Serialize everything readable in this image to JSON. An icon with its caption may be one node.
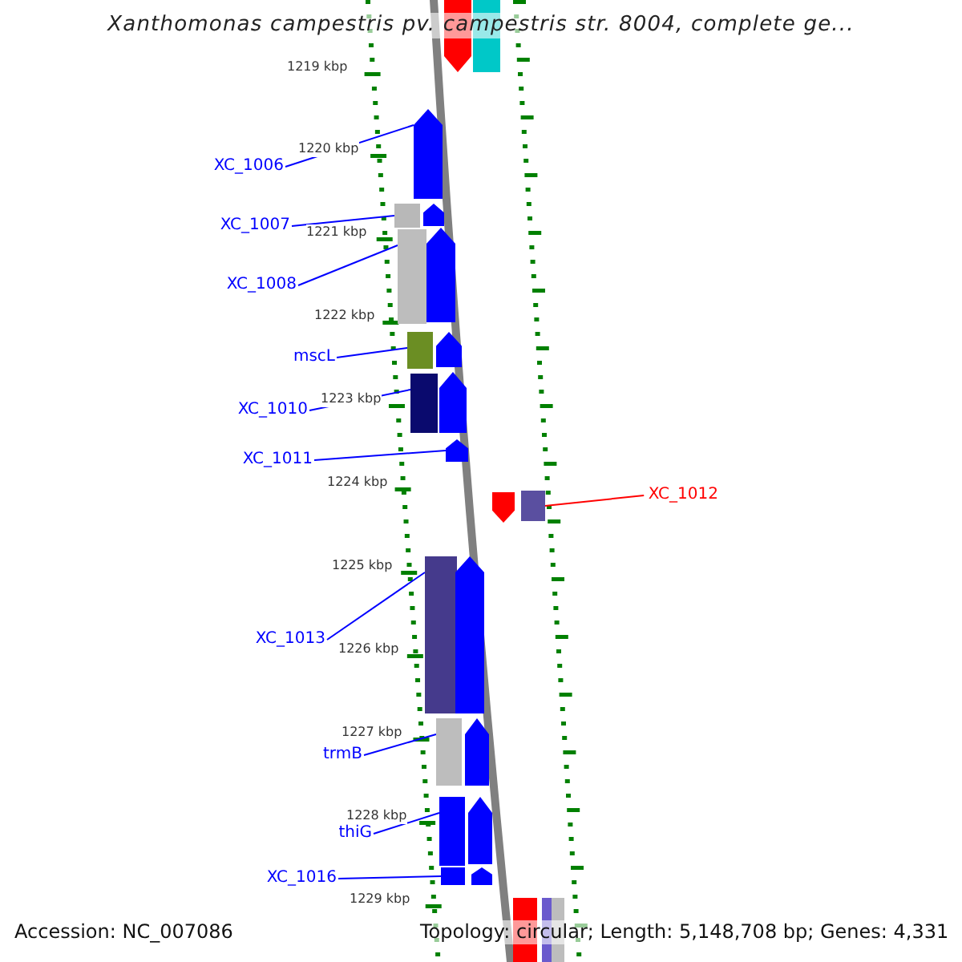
{
  "diagram": {
    "title": "Xanthomonas campestris pv. campestris str. 8004, complete ge...",
    "nodes": [
      {
        "text": [
          "XC_1006"
        ]
      },
      {
        "text": [],
        "shape": "arrow"
      },
      {
        "text": [
          "XC_1007"
        ]
      },
      {
        "text": [],
        "shape": "bar"
      },
      {
        "text": [
          "XC_1008"
        ]
      },
      {
        "text": [],
        "shape": "bar"
      },
      {
        "text": [
          "mscL"
        ]
      },
      {
        "text": [],
        "shape": "bar"
      },
      {
        "text": [
          "XC_1010"
        ]
      },
      {
        "text": [],
        "shape": "bar"
      },
      {
        "text": [
          "XC_1011"
        ]
      },
      {
        "text": [],
        "shape": "arrow"
      },
      {
        "text": [
          "XC_1012"
        ]
      },
      {
        "text": [],
        "shape": "bar"
      },
      {
        "text": [
          "XC_1013"
        ]
      },
      {
        "text": [],
        "shape": "bar"
      },
      {
        "text": [
          "trmB"
        ]
      },
      {
        "text": [],
        "shape": "bar"
      },
      {
        "text": [
          "thiG"
        ]
      },
      {
        "text": [],
        "shape": "bar"
      },
      {
        "text": [
          "XC_1016"
        ]
      },
      {
        "text": [],
        "shape": "bar"
      },
      {
        "text": [],
        "shape": "arrow"
      },
      {
        "text": [],
        "shape": "bar"
      },
      {
        "text": [],
        "shape": "arrow"
      },
      {
        "text": [],
        "shape": "arrow"
      },
      {
        "text": [],
        "shape": "arrow"
      },
      {
        "text": [],
        "shape": "arrow"
      },
      {
        "text": [],
        "shape": "arrow"
      },
      {
        "text": [],
        "shape": "arrow"
      },
      {
        "text": [],
        "shape": "arrow"
      },
      {
        "text": [],
        "shape": "arrow"
      },
      {
        "text": [],
        "shape": "arrow"
      },
      {
        "text": [],
        "shape": "bar"
      },
      {
        "text": [],
        "shape": "bar"
      },
      {
        "text": [],
        "shape": "bar"
      }
    ],
    "edges": [
      {
        "from": 0,
        "to": 1,
        "arrow": "none"
      },
      {
        "from": 2,
        "to": 3,
        "arrow": "none"
      },
      {
        "from": 4,
        "to": 5,
        "arrow": "none"
      },
      {
        "from": 6,
        "to": 7,
        "arrow": "none"
      },
      {
        "from": 8,
        "to": 9,
        "arrow": "none"
      },
      {
        "from": 10,
        "to": 11,
        "arrow": "none"
      },
      {
        "from": 12,
        "to": 13,
        "arrow": "none",
        "color": "#ff0000"
      },
      {
        "from": 14,
        "to": 15,
        "arrow": "none"
      },
      {
        "from": 16,
        "to": 17,
        "arrow": "none"
      },
      {
        "from": 18,
        "to": 19,
        "arrow": "none"
      },
      {
        "from": 20,
        "to": 21,
        "arrow": "none"
      }
    ],
    "labels": [
      "1219 kbp",
      "1220 kbp",
      "1221 kbp",
      "1222 kbp",
      "1223 kbp",
      "1224 kbp",
      "1225 kbp",
      "1226 kbp",
      "1227 kbp",
      "1228 kbp",
      "1229 kbp",
      "Accession: NC_007086",
      "Topology: circular; Length: 5,148,708 bp; Genes: 4,331"
    ]
  }
}
